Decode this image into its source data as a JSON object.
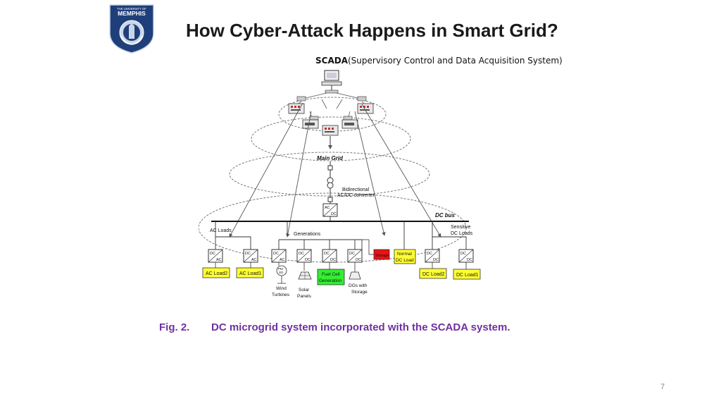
{
  "slide": {
    "title": "How Cyber-Attack Happens in Smart Grid?",
    "page_number": "7"
  },
  "logo": {
    "top_text": "THE UNIVERSITY OF",
    "name": "MEMPHIS",
    "colors": {
      "navy": "#1f3f7a",
      "light": "#c9d6ea",
      "white": "#ffffff"
    }
  },
  "scada_header": {
    "abbr": "SCADA",
    "expansion": "(Supervisory Control and Data Acquisition System)"
  },
  "diagram": {
    "main_grid": "Main Grid",
    "converter": [
      "Bidirectional",
      "AC/DC converter"
    ],
    "dc_bus": "DC bus",
    "ac_loads": "AC Loads",
    "sensitive_loads": [
      "Sensitive",
      "DC Loads"
    ],
    "generations": "Generations",
    "converter_labels": {
      "ac": "AC",
      "dc": "DC"
    },
    "pm_sg": [
      "PM",
      "SG"
    ],
    "storage": "Storage",
    "normal_load": [
      "Normal",
      "DC Load"
    ],
    "ac_load2": "AC Load2",
    "ac_load1": "AC Load1",
    "fuel_cell": [
      "Fuel Cell",
      "Generation"
    ],
    "dc_load2": "DC Load2",
    "dc_load1": "DC Load1",
    "wind": [
      "Wind",
      "Turbines"
    ],
    "solar": [
      "Solar",
      "Panels"
    ],
    "dgs": [
      "DGs with",
      "Storage"
    ],
    "colors": {
      "yellow": "#ffff33",
      "green": "#33ee33",
      "red": "#ee1111"
    }
  },
  "caption": {
    "fig_number": "Fig. 2.",
    "text": "DC microgrid system incorporated with the SCADA system."
  }
}
